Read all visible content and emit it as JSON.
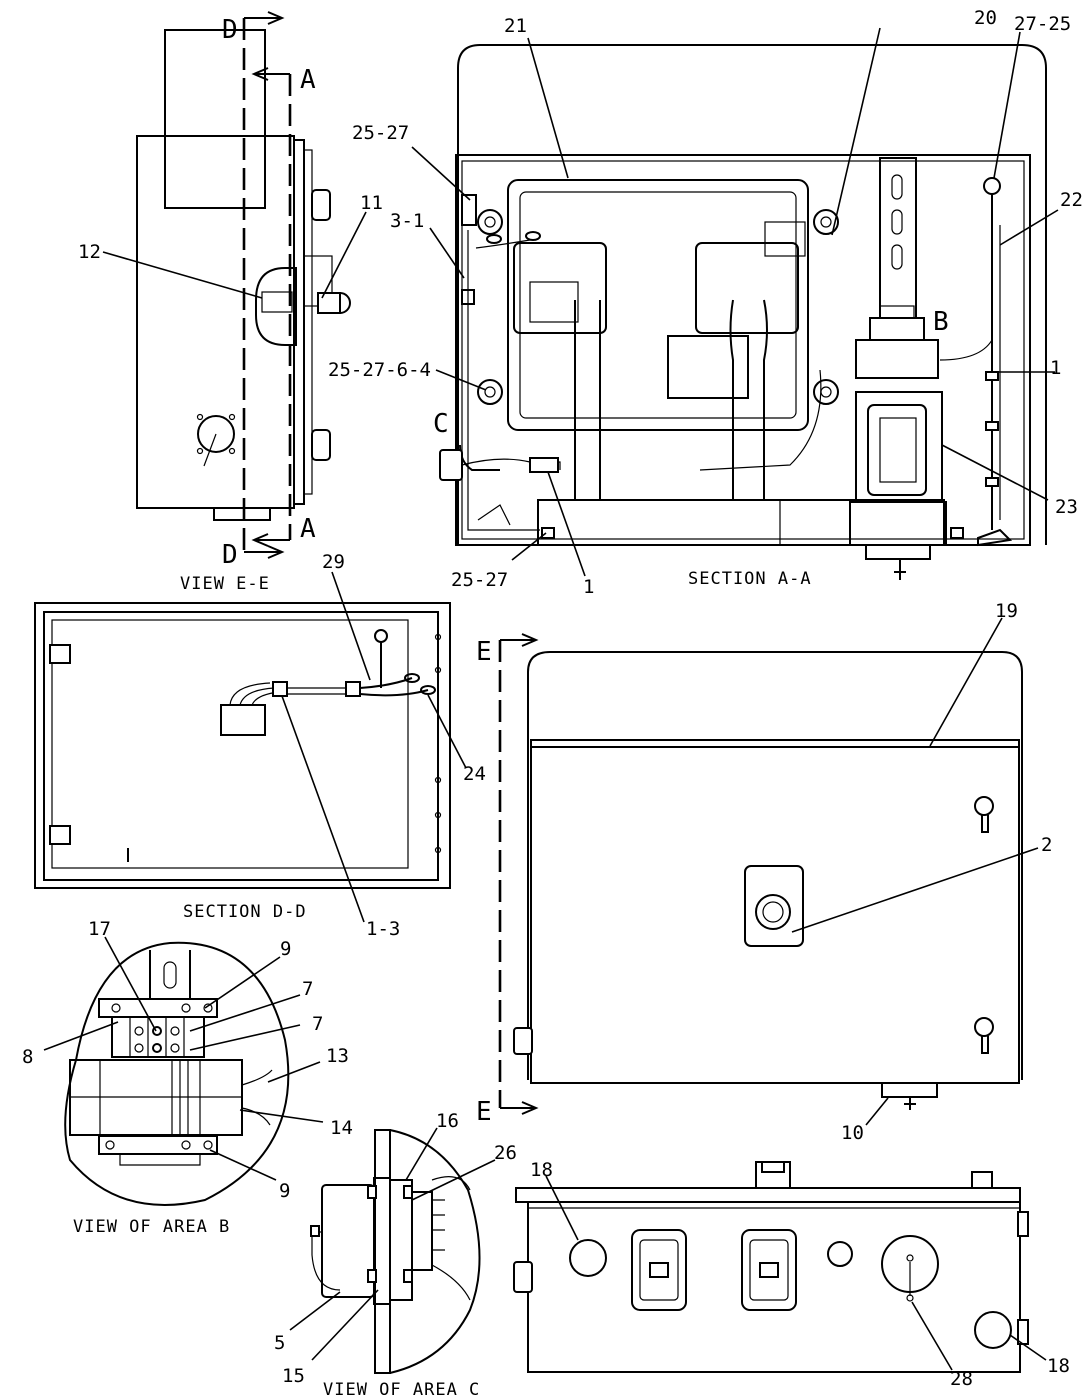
{
  "view_captions": {
    "view_e_e": "VIEW E-E",
    "section_a_a": "SECTION A-A",
    "section_d_d": "SECTION D-D",
    "view_area_b": "VIEW OF AREA B",
    "view_area_c": "VIEW OF AREA C"
  },
  "section_markers": {
    "d_top": "D",
    "d_bottom": "D",
    "a_top": "A",
    "a_bottom": "A",
    "e_top": "E",
    "e_bottom": "E",
    "area_b": "B",
    "area_c": "C"
  },
  "callouts": {
    "c12": "12",
    "c11": "11",
    "c21": "21",
    "c20": "20",
    "c27_25": "27-25",
    "c25_27_top": "25-27",
    "c22": "22",
    "c3_1": "3-1",
    "c1_right": "1",
    "c25_27_6_4": "25-27-6-4",
    "c23": "23",
    "c25_27_bottom": "25-27",
    "c1_bottom": "1",
    "c29": "29",
    "c24": "24",
    "c1_3": "1-3",
    "c19": "19",
    "c2": "2",
    "c10": "10",
    "c17": "17",
    "c9_top": "9",
    "c7_top": "7",
    "c7_mid": "7",
    "c8": "8",
    "c13": "13",
    "c14": "14",
    "c9_bottom": "9",
    "c16": "16",
    "c26": "26",
    "c18_left": "18",
    "c18_right": "18",
    "c5": "5",
    "c15": "15",
    "c28": "28"
  }
}
